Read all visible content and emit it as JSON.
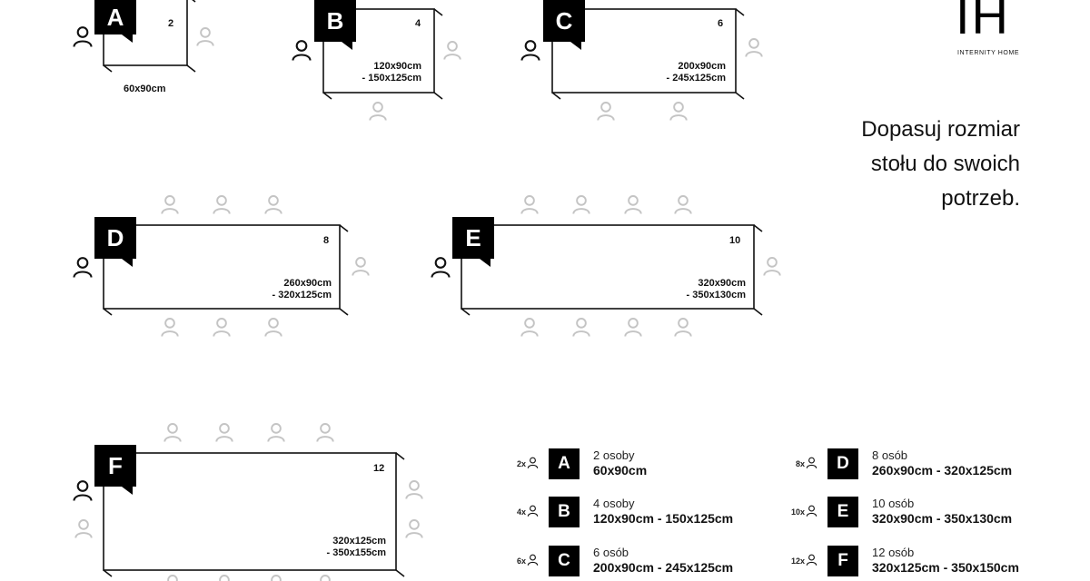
{
  "brand": {
    "logo_text": "IH",
    "name": "INTERNITY HOME"
  },
  "tagline": [
    "Dopasuj rozmiar",
    "stołu do swoich",
    "potrzeb."
  ],
  "tables": [
    {
      "id": "A",
      "seats": "2",
      "size_line1": "60x90cm",
      "size_line2": ""
    },
    {
      "id": "B",
      "seats": "4",
      "size_line1": "120x90cm",
      "size_line2": "- 150x125cm"
    },
    {
      "id": "C",
      "seats": "6",
      "size_line1": "200x90cm",
      "size_line2": "- 245x125cm"
    },
    {
      "id": "D",
      "seats": "8",
      "size_line1": "260x90cm",
      "size_line2": "- 320x125cm"
    },
    {
      "id": "E",
      "seats": "10",
      "size_line1": "320x90cm",
      "size_line2": "- 350x130cm"
    },
    {
      "id": "F",
      "seats": "12",
      "size_line1": "320x125cm",
      "size_line2": "- 350x155cm"
    }
  ],
  "legend": [
    {
      "id": "A",
      "mult": "2x",
      "persons": "2 osoby",
      "dims": "60x90cm"
    },
    {
      "id": "B",
      "mult": "4x",
      "persons": "4 osoby",
      "dims": "120x90cm - 150x125cm"
    },
    {
      "id": "C",
      "mult": "6x",
      "persons": "6 osób",
      "dims": "200x90cm - 245x125cm"
    },
    {
      "id": "D",
      "mult": "8x",
      "persons": "8 osób",
      "dims": "260x90cm - 320x125cm"
    },
    {
      "id": "E",
      "mult": "10x",
      "persons": "10 osób",
      "dims": "320x90cm - 350x130cm"
    },
    {
      "id": "F",
      "mult": "12x",
      "persons": "12 osób",
      "dims": "320x125cm - 350x150cm"
    }
  ],
  "colors": {
    "tag_bg": "#000000",
    "line": "#111111",
    "guest_icon": "#c4c4c4",
    "host_icon": "#111111"
  }
}
